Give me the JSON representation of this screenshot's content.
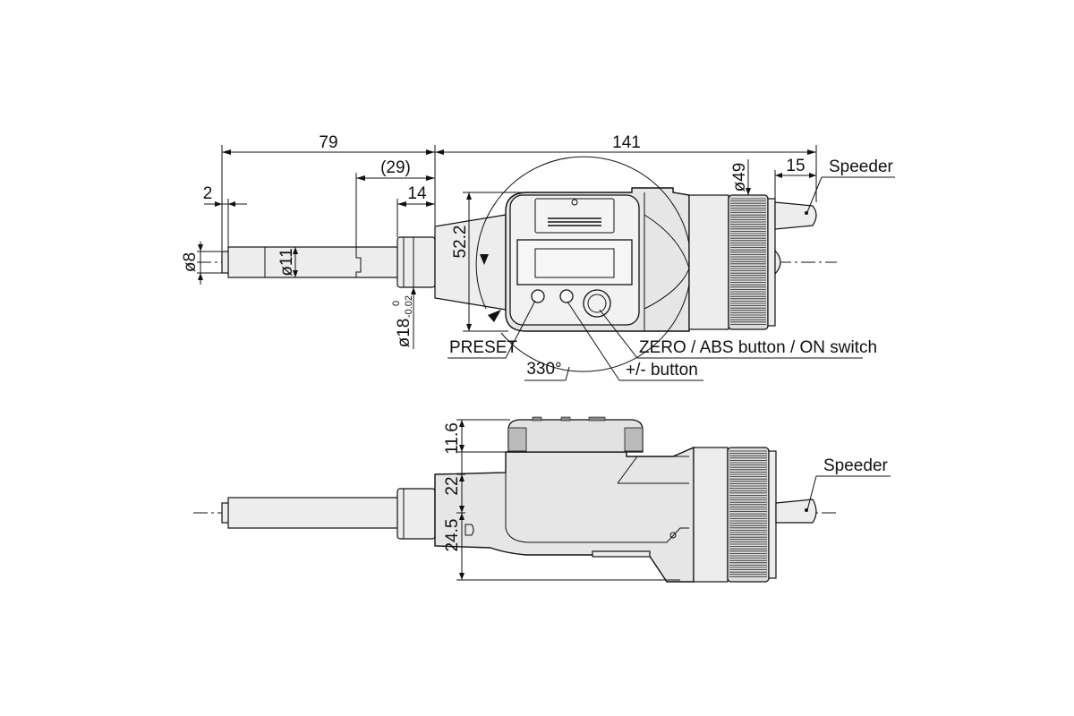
{
  "dimensions": {
    "length_79": "79",
    "length_141": "141",
    "length_29": "(29)",
    "length_14": "14",
    "length_2": "2",
    "length_15": "15",
    "dia_8": "ø8",
    "dia_11": "ø11",
    "dia_18": "ø18",
    "dia_18_upper_tol": "0",
    "dia_18_lower_tol": "-0.02",
    "height_52_2": "52.2",
    "dia_49": "ø49",
    "height_11_6": "11.6",
    "height_22": "22",
    "height_24_5": "24.5",
    "rotation_330": "330°"
  },
  "labels": {
    "speeder_top": "Speeder",
    "speeder_bottom": "Speeder",
    "preset": "PRESET",
    "zero_abs": "ZERO / ABS button / ON switch",
    "plus_minus": "+/- button"
  }
}
